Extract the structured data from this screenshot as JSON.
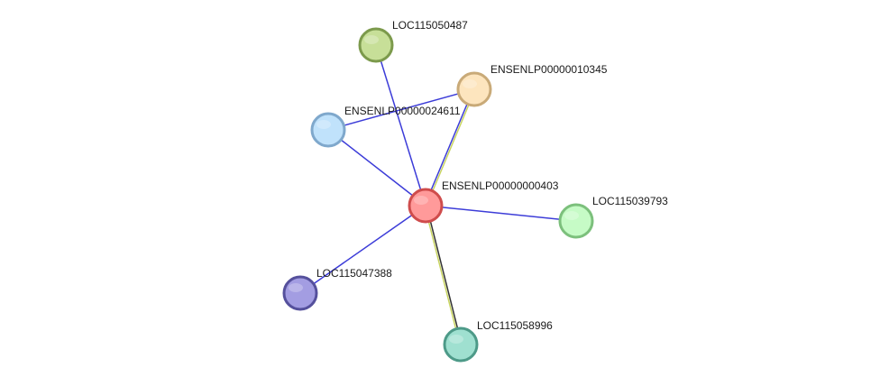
{
  "nodes": [
    {
      "id": "center",
      "label": "ENSENLP00000000403",
      "fill": "#ff9a9a",
      "stroke": "#cf4c4c"
    },
    {
      "id": "n10345",
      "label": "ENSENLP00000010345",
      "fill": "#fde5be",
      "stroke": "#c9aa78"
    },
    {
      "id": "n24611",
      "label": "ENSENLP00000024611",
      "fill": "#c0e2fb",
      "stroke": "#7fa8cc"
    },
    {
      "id": "n050487",
      "label": "LOC115050487",
      "fill": "#c7df98",
      "stroke": "#7c9a4c"
    },
    {
      "id": "n039793",
      "label": "LOC115039793",
      "fill": "#c6fbc6",
      "stroke": "#7cc07c"
    },
    {
      "id": "n047388",
      "label": "LOC115047388",
      "fill": "#a39de2",
      "stroke": "#55509c"
    },
    {
      "id": "n058996",
      "label": "LOC115058996",
      "fill": "#9fe0d0",
      "stroke": "#4d9a88"
    }
  ],
  "edges": [
    {
      "source": "center",
      "target": "n050487",
      "colors": [
        "#3c3cd8"
      ]
    },
    {
      "source": "center",
      "target": "n24611",
      "colors": [
        "#3c3cd8"
      ]
    },
    {
      "source": "center",
      "target": "n10345",
      "colors": [
        "#3c3cd8",
        "#c8d460"
      ]
    },
    {
      "source": "center",
      "target": "n039793",
      "colors": [
        "#3c3cd8"
      ]
    },
    {
      "source": "center",
      "target": "n047388",
      "colors": [
        "#3c3cd8"
      ]
    },
    {
      "source": "center",
      "target": "n058996",
      "colors": [
        "#333333",
        "#c8d460"
      ]
    },
    {
      "source": "n24611",
      "target": "n10345",
      "colors": [
        "#3c3cd8"
      ]
    }
  ]
}
